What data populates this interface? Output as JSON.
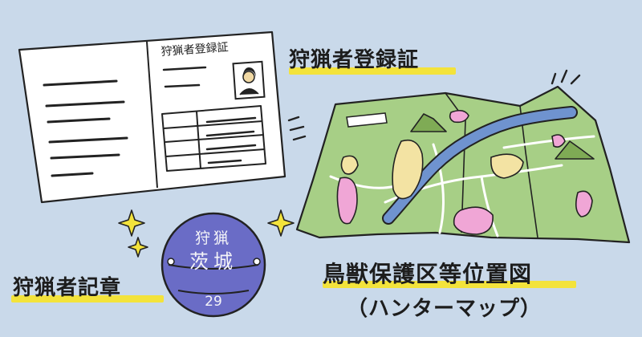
{
  "labels": {
    "license": "狩猟者登録証",
    "badge": "狩猟者記章",
    "map_line1": "鳥獣保護区等位置図",
    "map_line2": "（ハンターマップ）"
  },
  "card": {
    "title": "狩猟者登録証"
  },
  "badge": {
    "top_text": "狩猟",
    "middle_text": "茨城",
    "number": "29"
  },
  "colors": {
    "background": "#c9d9ea",
    "highlight": "#f3e33b",
    "map_green": "#a7cf86",
    "map_river": "#6f93cf",
    "badge_fill": "#6a6cc6",
    "mountain": "#7fab55",
    "pink_area": "#f0a6d6",
    "yellow_area": "#f3e3a3"
  }
}
